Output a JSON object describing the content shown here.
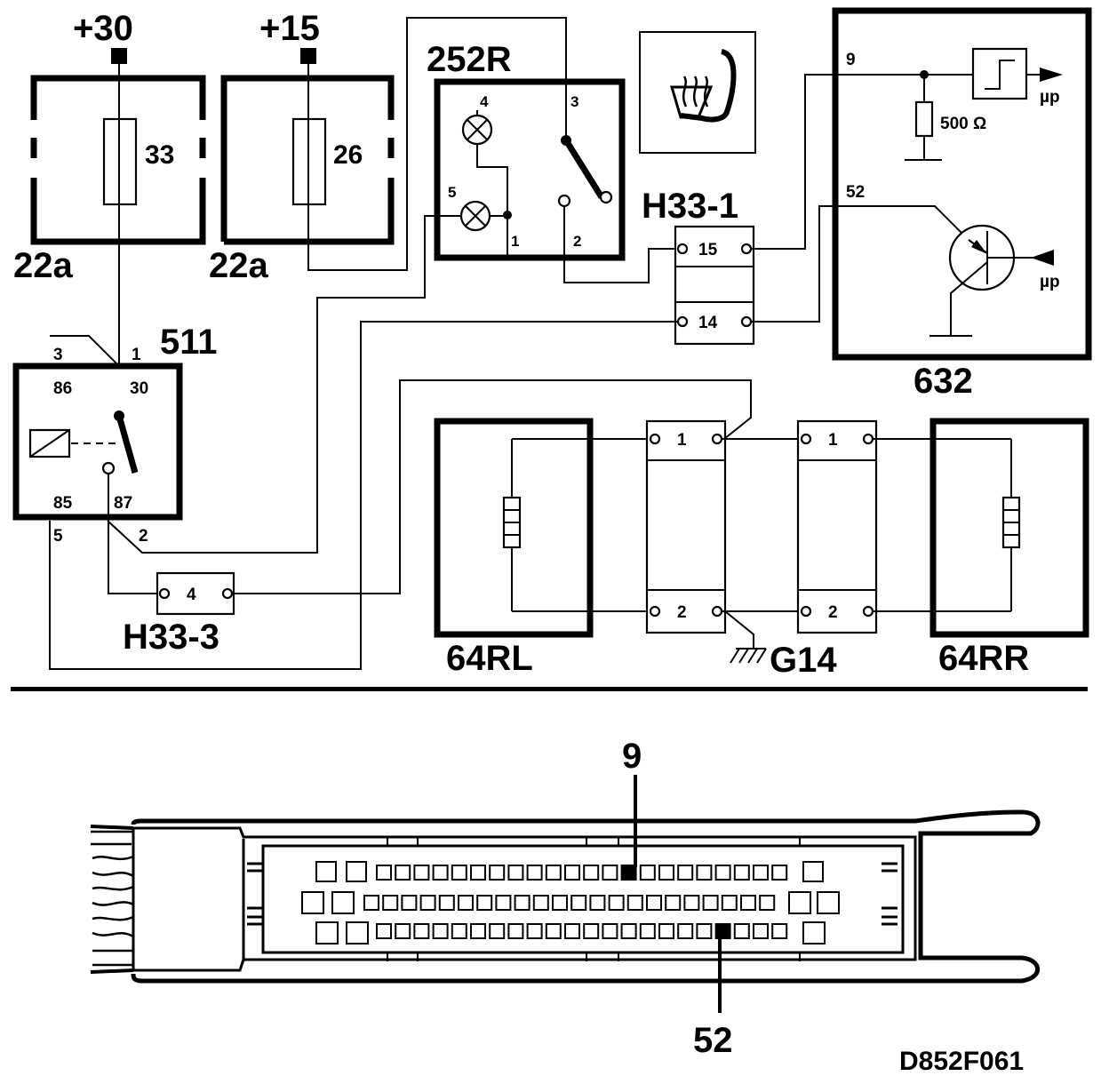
{
  "supply": {
    "plus30": "+30",
    "plus15": "+15"
  },
  "fuses": [
    {
      "label": "22a",
      "value": "33"
    },
    {
      "label": "22a",
      "value": "26"
    }
  ],
  "switch_252R": {
    "label": "252R",
    "pins": [
      "4",
      "3",
      "5",
      "1",
      "2"
    ]
  },
  "seat_heat_icon": "seat-heater-icon",
  "relay_511": {
    "label": "511",
    "pins": {
      "p3": "3",
      "p1": "1",
      "p86": "86",
      "p30": "30",
      "p85": "85",
      "p87": "87",
      "p5": "5",
      "p2": "2"
    }
  },
  "connectors": {
    "h33_1": {
      "label": "H33-1",
      "pin_a": "15",
      "pin_b": "14"
    },
    "h33_3": {
      "label": "H33-3",
      "pin": "4"
    },
    "left": {
      "pin_a": "1",
      "pin_b": "2"
    },
    "right": {
      "pin_a": "1",
      "pin_b": "2"
    }
  },
  "ecu_632": {
    "label": "632",
    "pin_9": "9",
    "pin_52": "52",
    "resistor": "500 Ω",
    "mu_p_top": "µp",
    "mu_p_bottom": "µp"
  },
  "heaters": {
    "left": "64RL",
    "right": "64RR"
  },
  "ground": "G14",
  "connector_view": {
    "pin_top": "9",
    "pin_bottom": "52"
  },
  "doc_id": "D852F061"
}
